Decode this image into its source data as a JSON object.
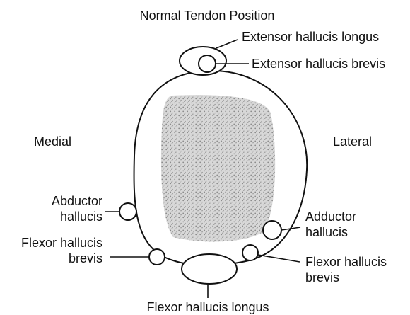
{
  "diagram": {
    "title": "Normal Tendon Position",
    "side_labels": {
      "medial": "Medial",
      "lateral": "Lateral"
    },
    "tendons": {
      "extensor_hallucis_longus": "Extensor hallucis longus",
      "extensor_hallucis_brevis": "Extensor hallucis brevis",
      "abductor_hallucis": [
        "Abductor",
        "hallucis"
      ],
      "adductor_hallucis": [
        "Adductor",
        "hallucis"
      ],
      "flexor_hallucis_brevis_medial": [
        "Flexor hallucis",
        "brevis"
      ],
      "flexor_hallucis_brevis_lateral": [
        "Flexor hallucis",
        "brevis"
      ],
      "flexor_hallucis_longus": "Flexor hallucis longus"
    },
    "colors": {
      "ink": "#111111",
      "stipple": "#9a9a9a",
      "background": "#ffffff"
    }
  }
}
